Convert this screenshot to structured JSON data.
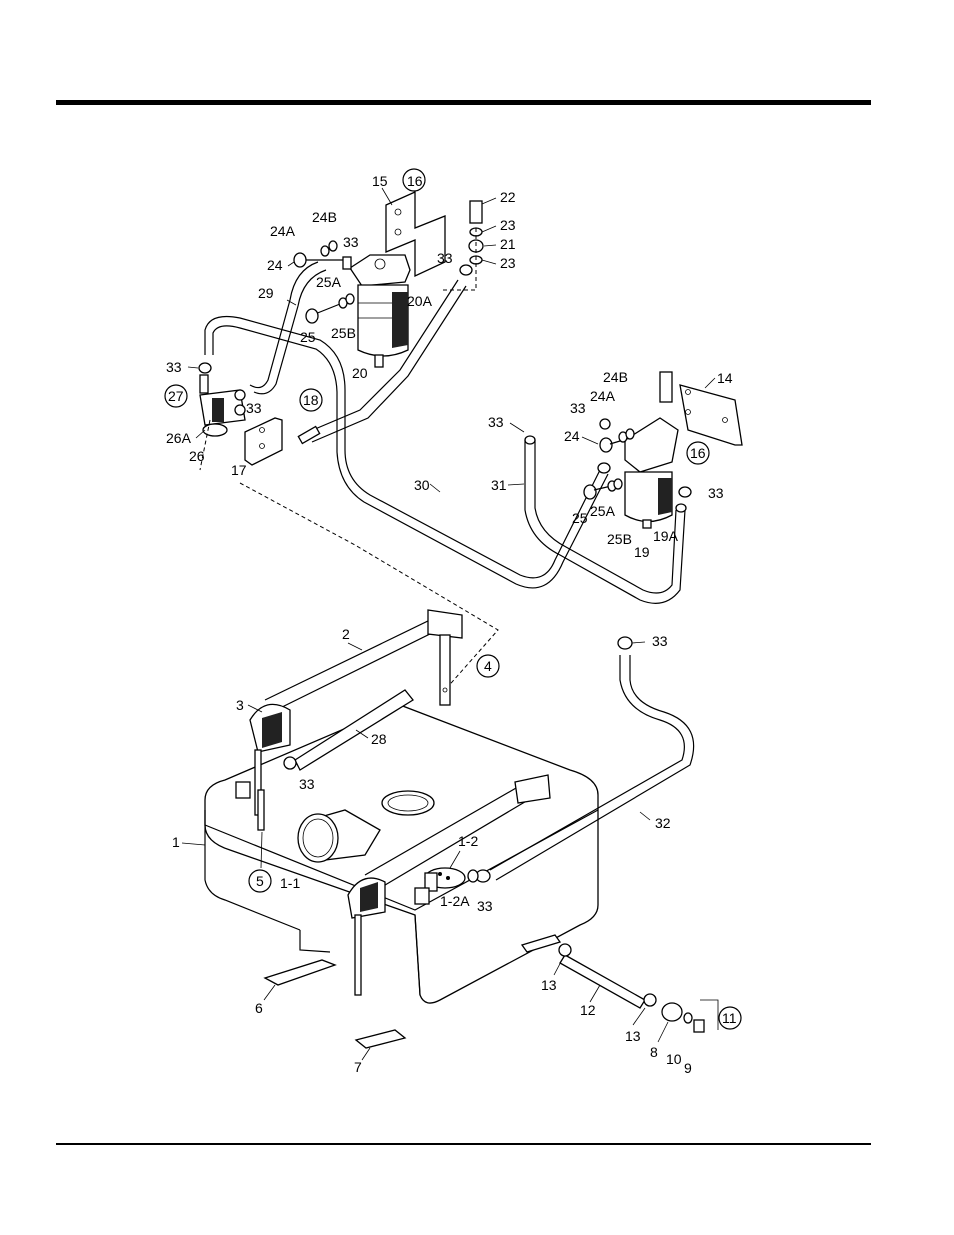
{
  "labels": {
    "p15": "15",
    "p16a": "16",
    "p22": "22",
    "p24b_top": "24B",
    "p23a": "23",
    "p24a_top": "24A",
    "p33_top": "33",
    "p21": "21",
    "p24_top": "24",
    "p33_mid": "33",
    "p23b": "23",
    "p29": "29",
    "p25a_top": "25A",
    "p20a": "20A",
    "p25_top": "25",
    "p25b_top": "25B",
    "p33_left": "33",
    "p20": "20",
    "p27": "27",
    "p33_clamp": "33",
    "p18": "18",
    "p26a": "26A",
    "p26": "26",
    "p17": "17",
    "p30": "30",
    "p24b_r": "24B",
    "p14": "14",
    "p33_r1": "33",
    "p24a_r": "24A",
    "p33_r2": "33",
    "p24_r": "24",
    "p16b": "16",
    "p31": "31",
    "p33_r3": "33",
    "p25_r": "25",
    "p25a_r": "25A",
    "p25b_r": "25B",
    "p19a": "19A",
    "p19": "19",
    "p33_r4": "33",
    "p2": "2",
    "p4": "4",
    "p3": "3",
    "p28": "28",
    "p33_tank": "33",
    "p32": "32",
    "p1": "1",
    "p1_2": "1-2",
    "p5": "5",
    "p1_1": "1-1",
    "p1_2a": "1-2A",
    "p33_b": "33",
    "p13a": "13",
    "p12": "12",
    "p11": "11",
    "p6": "6",
    "p13b": "13",
    "p8": "8",
    "p10": "10",
    "p9": "9",
    "p7": "7"
  }
}
